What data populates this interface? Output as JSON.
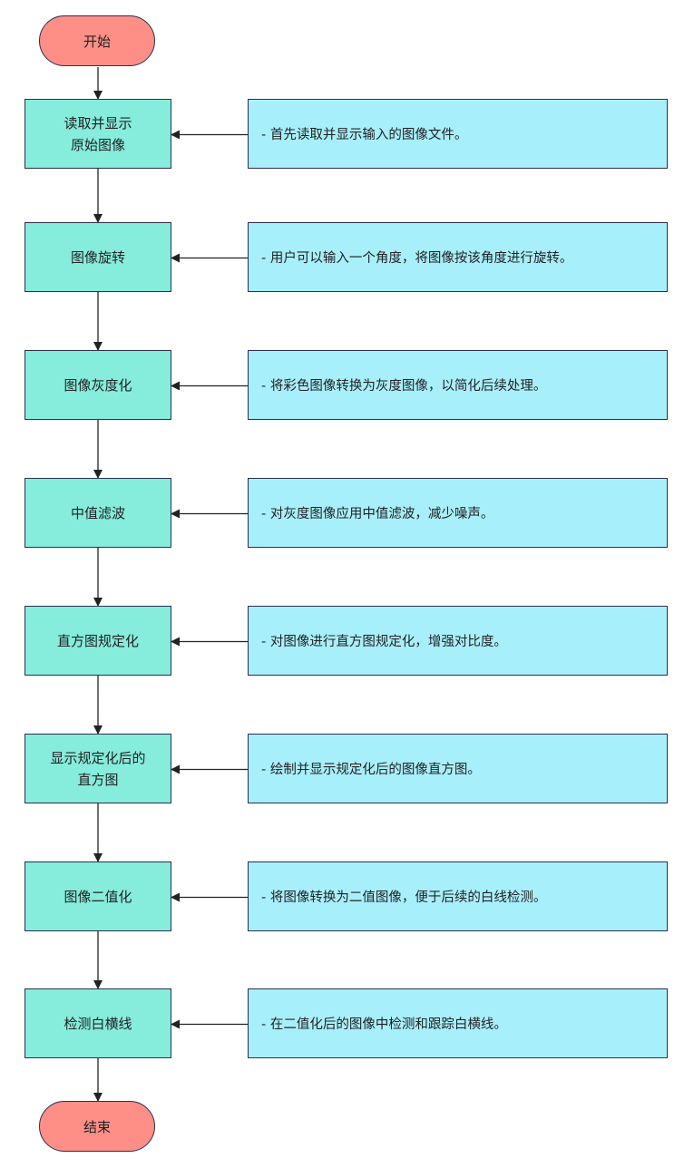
{
  "colors": {
    "terminal_fill": "#fd8f87",
    "step_fill": "#86ecdc",
    "note_fill": "#a8effc",
    "border": "#2a3050",
    "arrow": "#222222"
  },
  "start": {
    "label": "开始"
  },
  "end": {
    "label": "结束"
  },
  "steps": [
    {
      "label": "读取并显示\n原始图像",
      "note": "- 首先读取并显示输入的图像文件。"
    },
    {
      "label": "图像旋转",
      "note": "- 用户可以输入一个角度，将图像按该角度进行旋转。"
    },
    {
      "label": "图像灰度化",
      "note": "- 将彩色图像转换为灰度图像，以简化后续处理。"
    },
    {
      "label": "中值滤波",
      "note": "- 对灰度图像应用中值滤波，减少噪声。"
    },
    {
      "label": "直方图规定化",
      "note": "- 对图像进行直方图规定化，增强对比度。"
    },
    {
      "label": "显示规定化后的\n直方图",
      "note": "- 绘制并显示规定化后的图像直方图。"
    },
    {
      "label": "图像二值化",
      "note": "- 将图像转换为二值图像，便于后续的白线检测。"
    },
    {
      "label": "检测白横线",
      "note": "- 在二值化后的图像中检测和跟踪白横线。"
    }
  ]
}
